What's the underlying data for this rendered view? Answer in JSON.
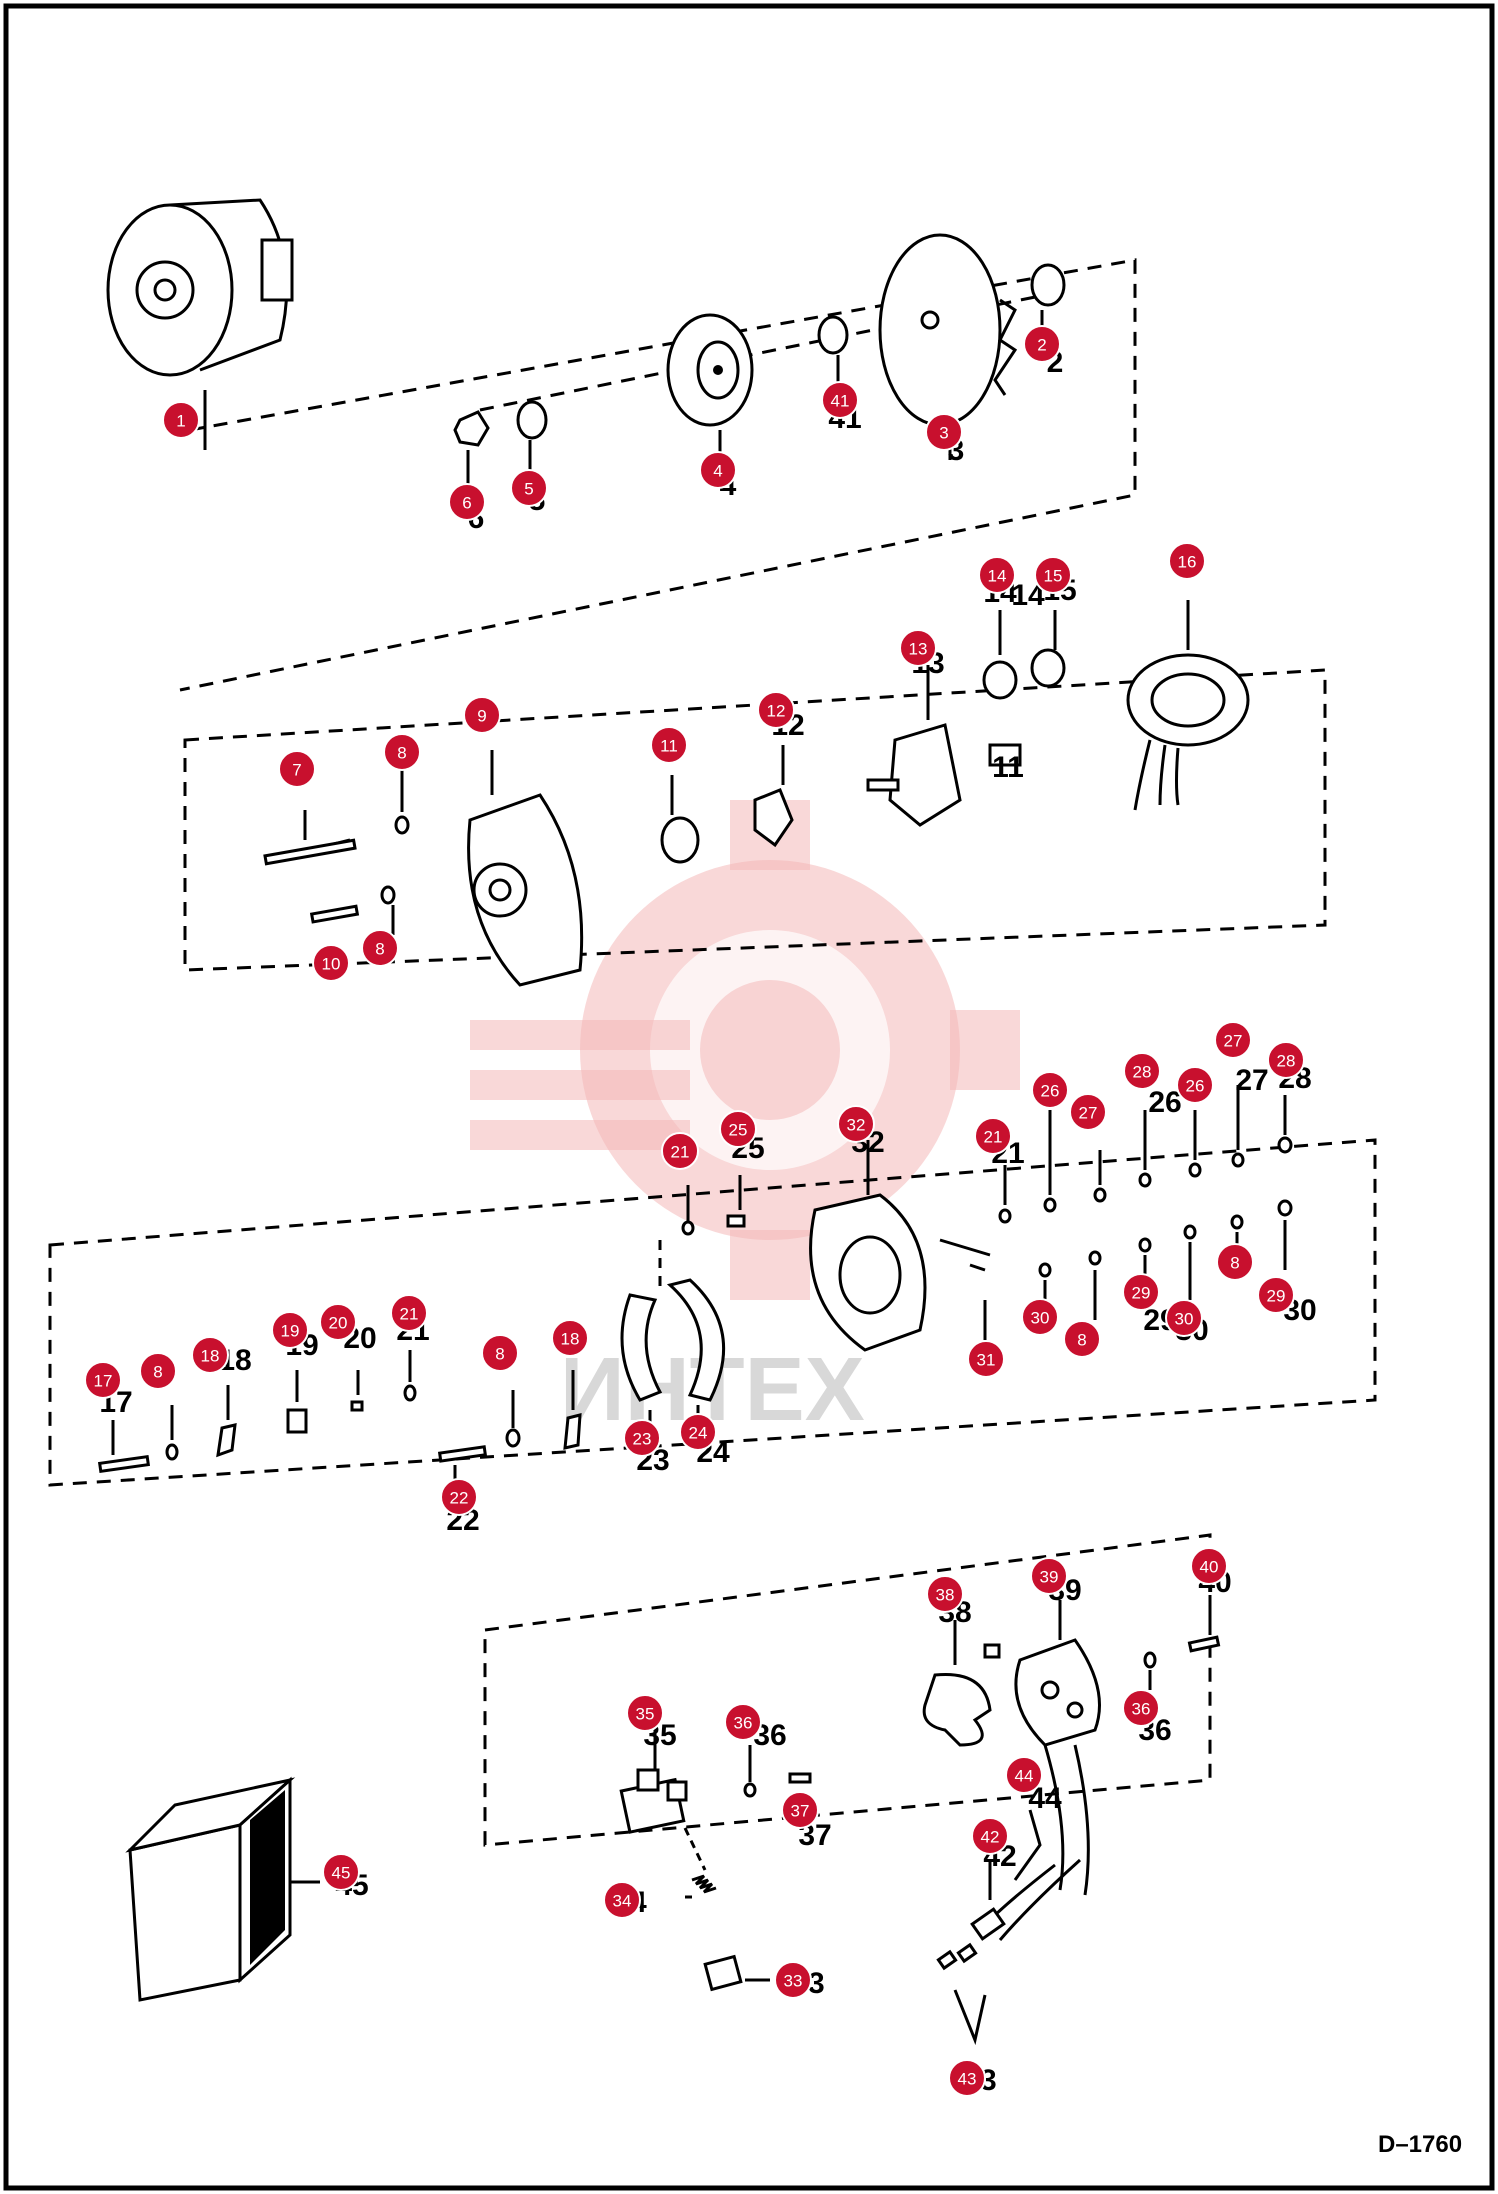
{
  "figure_code": "D–1760",
  "watermark_text": "ИНТЕХ",
  "callouts": [
    "1",
    "2",
    "3",
    "4",
    "5",
    "6",
    "7",
    "8",
    "9",
    "10",
    "11",
    "12",
    "13",
    "14",
    "15",
    "16",
    "17",
    "18",
    "19",
    "20",
    "21",
    "22",
    "23",
    "24",
    "25",
    "26",
    "27",
    "28",
    "29",
    "30",
    "31",
    "32",
    "33",
    "34",
    "35",
    "36",
    "37",
    "38",
    "39",
    "40",
    "41",
    "42",
    "43",
    "44",
    "45"
  ],
  "colors": {
    "badge": "#c8102e",
    "watermark": "#f4b8b8",
    "frame": "#000000"
  }
}
